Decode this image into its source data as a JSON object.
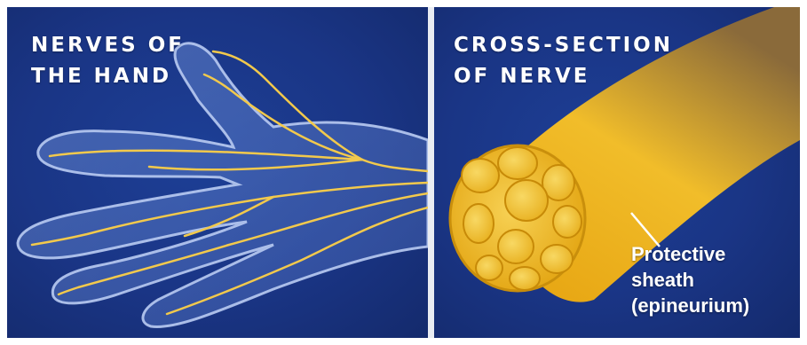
{
  "left_panel": {
    "title_lines": [
      "NERVES OF",
      "THE HAND"
    ]
  },
  "right_panel": {
    "title_lines": [
      "CROSS-SECTION",
      "OF NERVE"
    ],
    "callout_lines": [
      "Protective",
      "sheath",
      "(epineurium)"
    ]
  },
  "colors": {
    "background": "#1a3585",
    "nerve": "#f2c94c",
    "sheath": "#e0a514",
    "divider": "#e9ecf2",
    "text": "#ffffff"
  }
}
